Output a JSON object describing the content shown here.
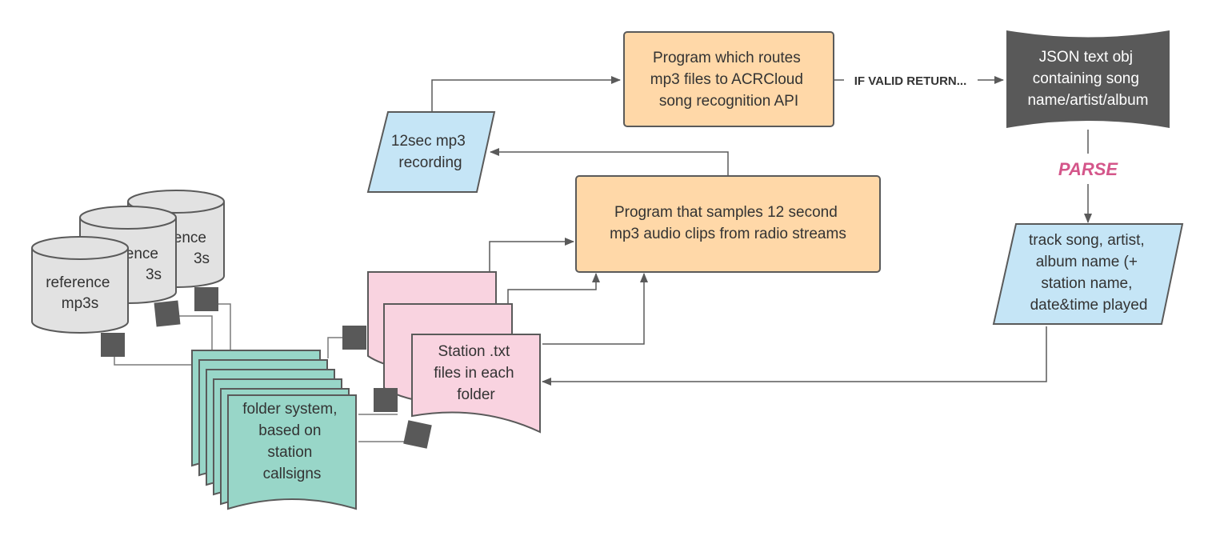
{
  "colors": {
    "process": "#ffd8a8",
    "data_io": "#c5e5f6",
    "document_pink": "#f9d3e0",
    "folder_teal": "#98d6c8",
    "database_gray": "#e2e2e2",
    "json_doc": "#595959",
    "parse_accent": "#d4568a",
    "stroke": "#5a5a5a"
  },
  "nodes": {
    "route_program": {
      "lines": [
        "Program which routes",
        "mp3 files to ACRCloud",
        "song recognition API"
      ]
    },
    "json_doc": {
      "lines": [
        "JSON text obj",
        "containing song",
        "name/artist/album"
      ]
    },
    "recording": {
      "lines": [
        "12sec mp3",
        "recording"
      ]
    },
    "sampler": {
      "lines": [
        "Program that samples 12 second",
        "mp3 audio clips from radio streams"
      ]
    },
    "track_info": {
      "lines": [
        "track song, artist,",
        "album name (+",
        "station name,",
        "date&time played"
      ]
    },
    "station_files": {
      "lines": [
        "Station .txt",
        "files in each",
        "folder"
      ]
    },
    "folder_system": {
      "lines": [
        "folder system,",
        "based on",
        "station",
        "callsigns"
      ]
    },
    "reference_db": {
      "front_lines": [
        "reference",
        "mp3s"
      ],
      "mid_lines": [
        "ence",
        "3s"
      ],
      "back_lines": [
        "ence",
        "3s"
      ]
    }
  },
  "edge_labels": {
    "valid_return": "IF VALID RETURN...",
    "parse": "PARSE"
  }
}
